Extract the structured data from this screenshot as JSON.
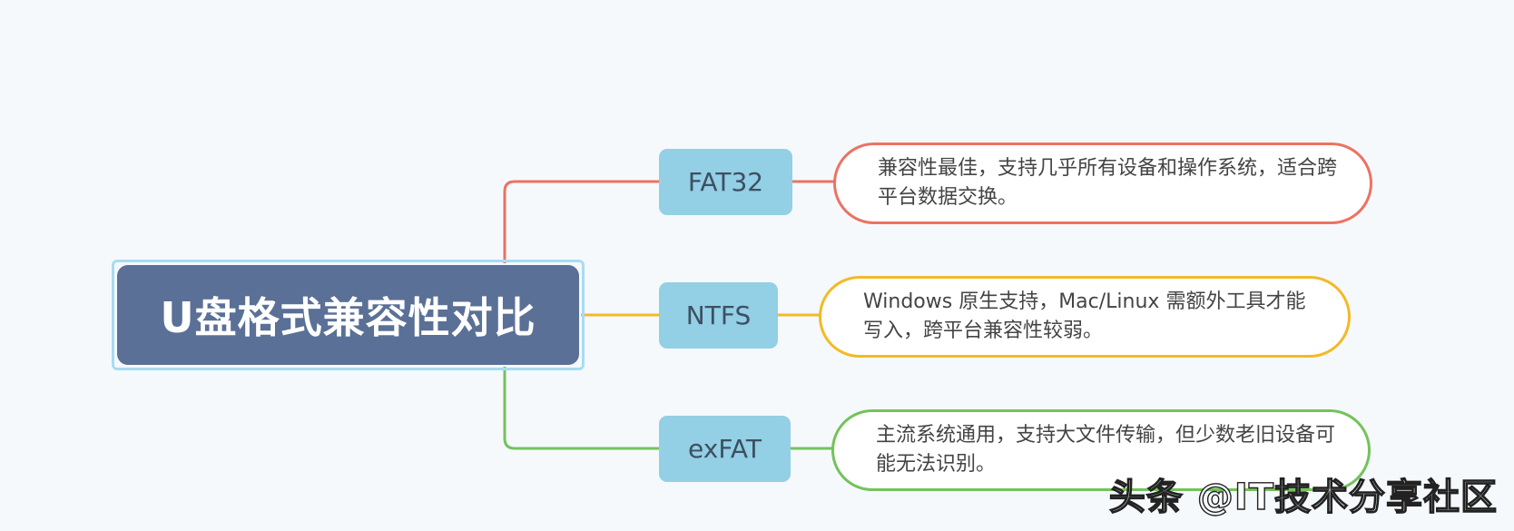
{
  "root": {
    "label": "U盘格式兼容性对比"
  },
  "branches": [
    {
      "label": "FAT32",
      "color": "#ec7263",
      "description": "兼容性最佳，支持几乎所有设备和操作系统，适合跨平台数据交换。"
    },
    {
      "label": "NTFS",
      "color": "#f3b927",
      "description": "Windows 原生支持，Mac/Linux 需额外工具才能写入，跨平台兼容性较弱。"
    },
    {
      "label": "exFAT",
      "color": "#73c35a",
      "description": "主流系统通用，支持大文件传输，但少数老旧设备可能无法识别。"
    }
  ],
  "watermark": "头条 @IT技术分享社区"
}
